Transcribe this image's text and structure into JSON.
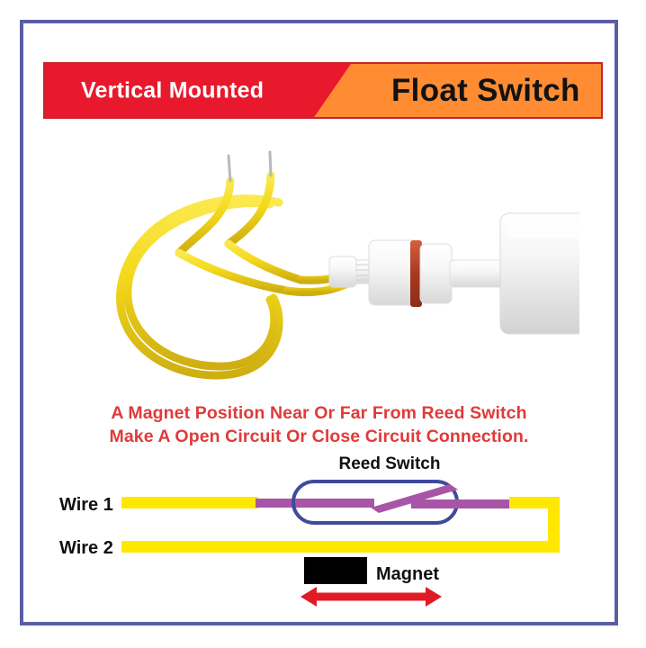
{
  "frame": {
    "border_color": "#5a5fa3",
    "background": "#ffffff"
  },
  "banner": {
    "left_label": "Vertical Mounted",
    "right_label": "Float Switch",
    "left_bg_color": "#e8192c",
    "right_bg_color": "#ff8c33",
    "left_text_color": "#ffffff",
    "right_text_color": "#121212",
    "border_color": "#c0272d"
  },
  "product": {
    "alt": "Vertical mounted float switch with yellow coiled lead wires, white threaded body with red o-ring and white cylindrical float",
    "wire_color": "#f5d816",
    "body_color": "#f4f4f4",
    "oring_color": "#bb4430"
  },
  "description": {
    "line1": "A Magnet Position Near Or Far From Reed Switch",
    "line2": "Make A Open Circuit Or Close Circuit Connection.",
    "color": "#e03a3a"
  },
  "schematic": {
    "reed_switch_label": "Reed Switch",
    "wire1_label": "Wire 1",
    "wire2_label": "Wire 2",
    "magnet_label": "Magnet",
    "wire_color": "#ffe800",
    "contact_color": "#a855a8",
    "capsule_color": "#3f4a9c",
    "magnet_color": "#000000",
    "arrow_color": "#e01b24"
  }
}
